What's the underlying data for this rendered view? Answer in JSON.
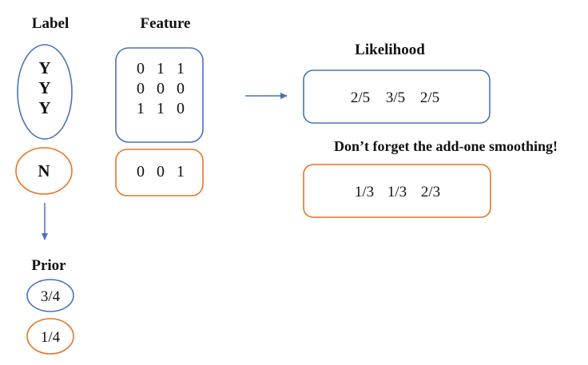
{
  "headings": {
    "label": "Label",
    "feature": "Feature",
    "likelihood": "Likelihood",
    "prior": "Prior"
  },
  "labels": {
    "yes": [
      "Y",
      "Y",
      "Y"
    ],
    "no": "N"
  },
  "features": {
    "yes_rows": [
      [
        "0",
        "1",
        "1"
      ],
      [
        "0",
        "0",
        "0"
      ],
      [
        "1",
        "1",
        "0"
      ]
    ],
    "no_rows": [
      [
        "0",
        "0",
        "1"
      ]
    ]
  },
  "likelihood": {
    "yes": [
      "2/5",
      "3/5",
      "2/5"
    ],
    "no": [
      "1/3",
      "1/3",
      "2/3"
    ]
  },
  "note": "Don’t forget the add-one smoothing!",
  "prior": {
    "yes": "3/4",
    "no": "1/4"
  },
  "colors": {
    "yes": "#4a72b8",
    "no": "#e8742a",
    "text": "#111111"
  }
}
